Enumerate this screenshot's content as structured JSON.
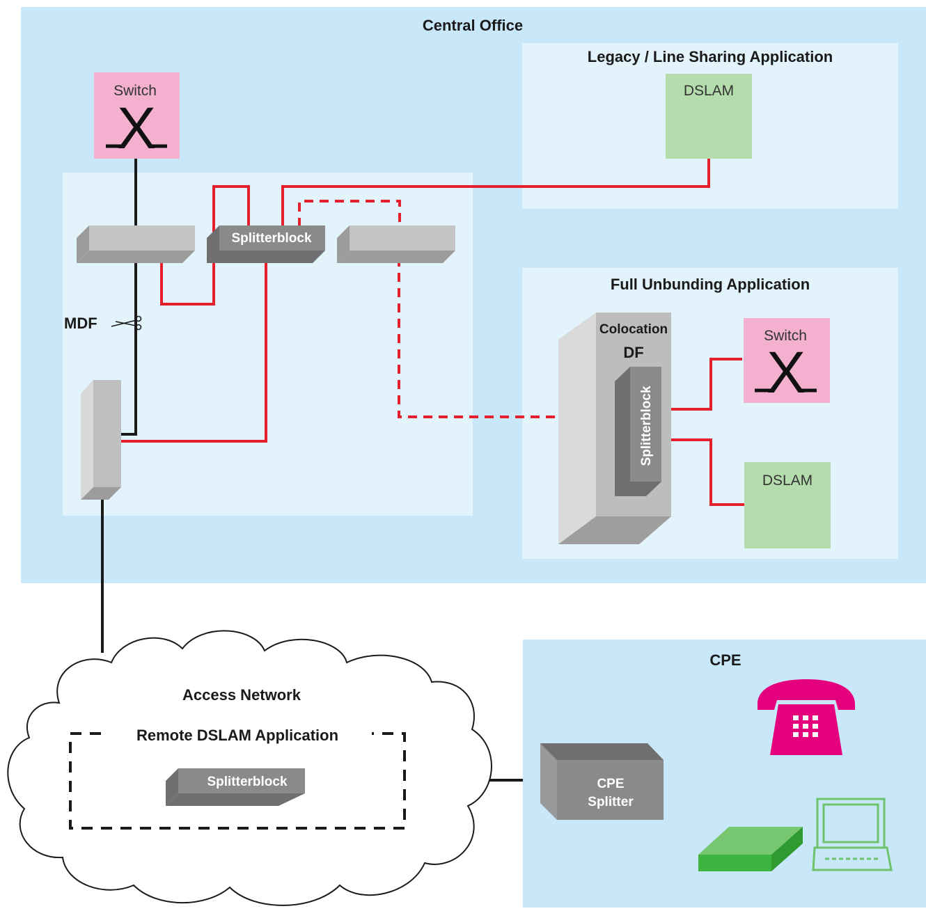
{
  "central_office": {
    "title": "Central Office"
  },
  "legacy_app": {
    "title": "Legacy / Line Sharing Application",
    "dslam_label": "DSLAM"
  },
  "full_unbundling_app": {
    "title": "Full Unbunding Application",
    "colocation_label": "Colocation",
    "df_label": "DF",
    "splitterblock_label": "Splitterblock",
    "switch_label": "Switch",
    "switch_symbol": "X",
    "dslam_label": "DSLAM"
  },
  "mdf": {
    "label": "MDF",
    "splitterblock_label": "Splitterblock"
  },
  "switch_main": {
    "label": "Switch",
    "symbol": "X"
  },
  "access_network": {
    "title": "Access Network",
    "remote_title": "Remote DSLAM Application",
    "splitterblock_label": "Splitterblock"
  },
  "cpe": {
    "title": "CPE",
    "splitter_line1": "CPE",
    "splitter_line2": "Splitter"
  },
  "colors": {
    "panel_blue": "#c8e7f8",
    "inner_panel": "#e2f3fb",
    "switch_pink": "#f4b0cf",
    "dslam_green": "#b4dcad",
    "line_red": "#e4202e",
    "phone_magenta": "#e5007d",
    "modem_green": "#3fb33f",
    "computer_green": "#6cc36c"
  }
}
